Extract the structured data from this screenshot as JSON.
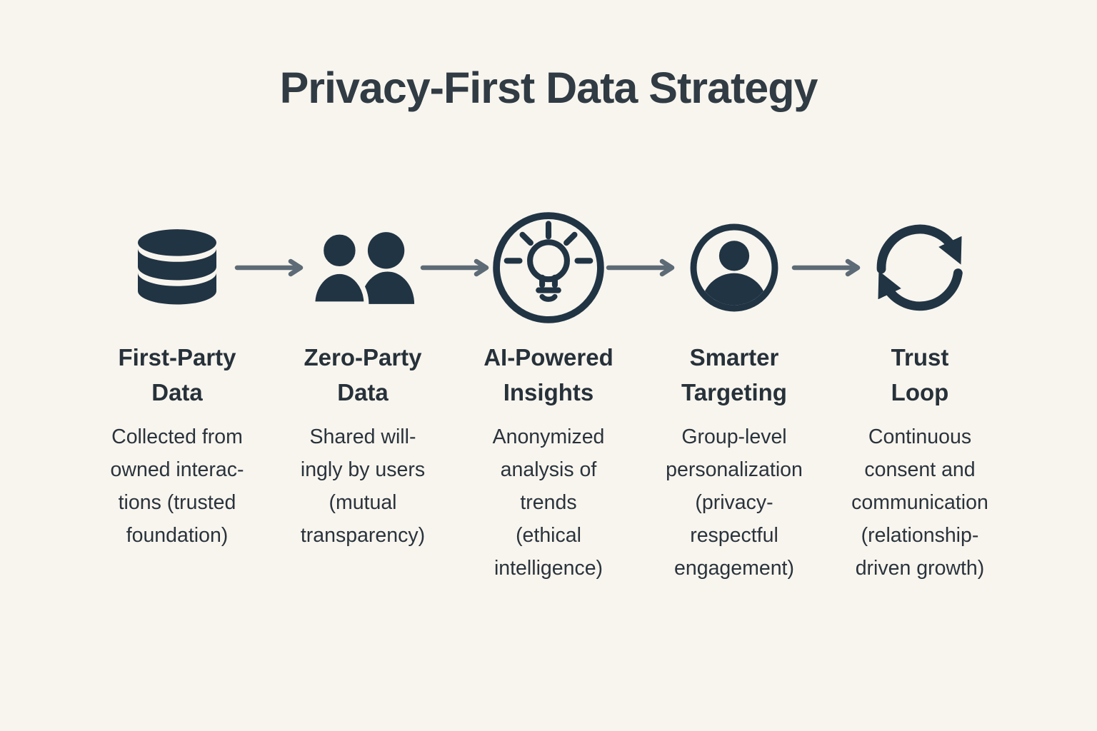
{
  "title": "Privacy-First Data Strategy",
  "colors": {
    "background": "#f8f5ee",
    "icon_ink": "#213444",
    "title_ink": "#303b44",
    "heading_ink": "#27313a",
    "body_ink": "#2a333c",
    "arrow": "#5d6b76"
  },
  "columns": [
    {
      "icon": "database-icon",
      "title": "First-Party\nData",
      "description": "Collected from\nowned interac-\ntions (trusted\nfoundation)"
    },
    {
      "icon": "users-icon",
      "title": "Zero-Party\nData",
      "description": "Shared will-\ningly by users\n(mutual\ntransparency)"
    },
    {
      "icon": "lightbulb-insight-icon",
      "title": "AI-Powered\nInsights",
      "description": "Anonymized\nanalysis of\ntrends\n(ethical\nintelligence)"
    },
    {
      "icon": "person-target-icon",
      "title": "Smarter\nTargeting",
      "description": "Group-level\npersonalization\n(privacy-\nrespectful\nengagement)"
    },
    {
      "icon": "trust-loop-icon",
      "title": "Trust\nLoop",
      "description": "Continuous\nconsent and\ncommunication\n(relationship-\ndriven growth)"
    }
  ],
  "arrow_count": 4
}
